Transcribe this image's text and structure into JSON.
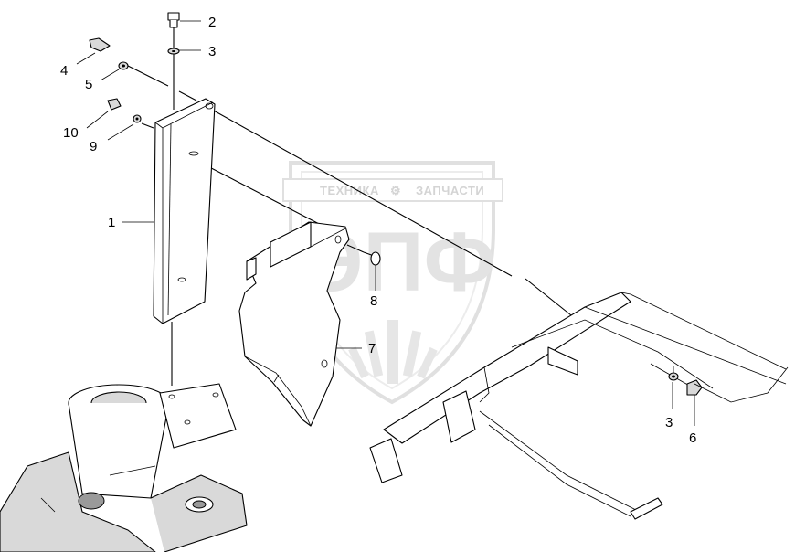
{
  "diagram": {
    "watermark": {
      "top_text": "ТЕХНИКА",
      "bottom_text": "ЗАПЧАСТИ",
      "logo_text": "ЭПФ"
    },
    "callouts": [
      {
        "id": "c1",
        "label": "1"
      },
      {
        "id": "c2",
        "label": "2"
      },
      {
        "id": "c3a",
        "label": "3"
      },
      {
        "id": "c3b",
        "label": "3"
      },
      {
        "id": "c4",
        "label": "4"
      },
      {
        "id": "c5",
        "label": "5"
      },
      {
        "id": "c6",
        "label": "6"
      },
      {
        "id": "c7",
        "label": "7"
      },
      {
        "id": "c8",
        "label": "8"
      },
      {
        "id": "c9",
        "label": "9"
      },
      {
        "id": "c10",
        "label": "10"
      }
    ]
  }
}
